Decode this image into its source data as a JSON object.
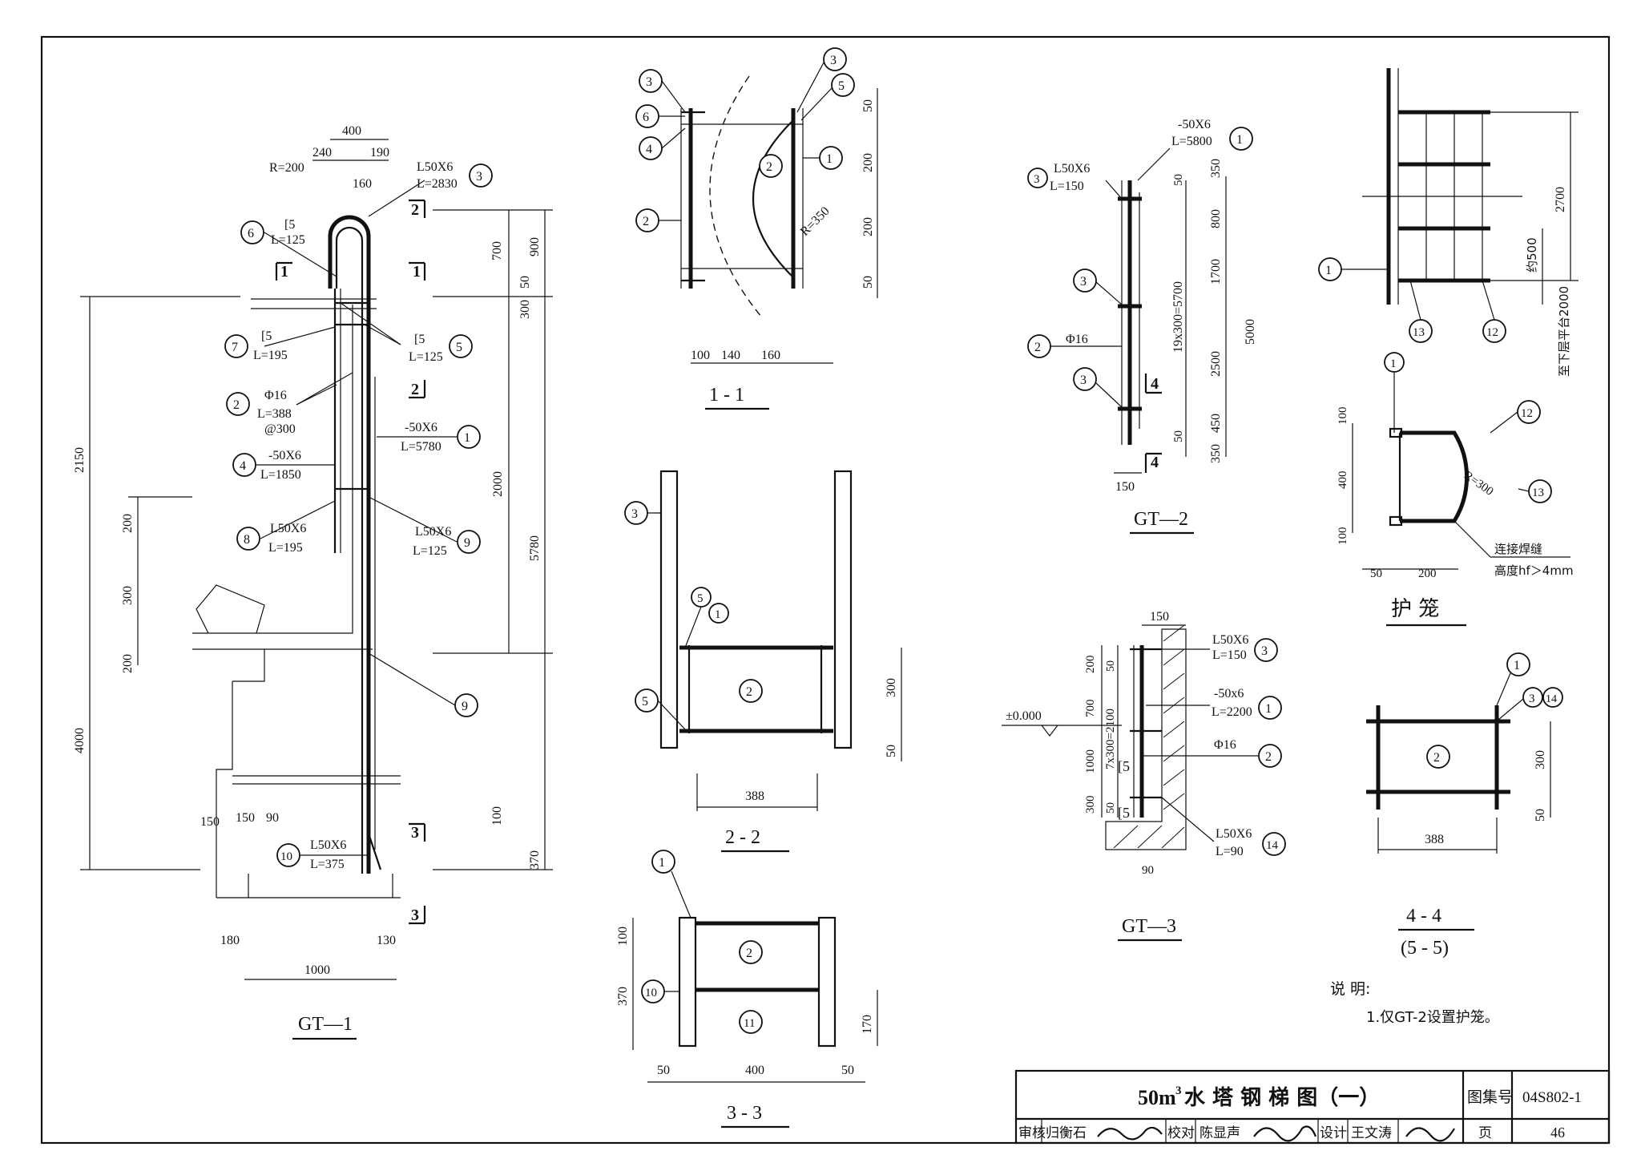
{
  "title_block": {
    "title_prefix": "50m",
    "title_sup": "3",
    "title_main": "水 塔 钢 梯 图（一）",
    "atlas_label": "图集号",
    "atlas_number": "04S802-1",
    "review_label": "审核",
    "review_name": "归衡石",
    "check_label": "校对",
    "check_name": "陈显声",
    "design_label": "设计",
    "design_name": "王文涛",
    "page_label": "页",
    "page_number": "46"
  },
  "views": {
    "gt1": {
      "caption": "GT—1",
      "dims": [
        "400",
        "240",
        "190",
        "160",
        "R=200",
        "700",
        "900",
        "50",
        "300",
        "2000",
        "5780",
        "2150",
        "200",
        "300",
        "200",
        "4000",
        "150",
        "150",
        "90",
        "100",
        "370",
        "180",
        "130",
        "1000"
      ],
      "labels": {
        "l3": "L50X6",
        "l3b": "L=2830",
        "l6": "[5",
        "l6b": "L=125",
        "l7": "[5",
        "l7b": "L=195",
        "l5": "[5",
        "l5b": "L=125",
        "l2": "Φ16",
        "l2b": "L=388",
        "l2c": "@300",
        "l1": "-50X6",
        "l1b": "L=5780",
        "l4": "-50X6",
        "l4b": "L=1850",
        "l8": "L50X6",
        "l8b": "L=195",
        "l9": "L50X6",
        "l9b": "L=125",
        "l10": "L50X6",
        "l10b": "L=375"
      },
      "sections": [
        "1",
        "1",
        "2",
        "2",
        "3",
        "3"
      ]
    },
    "s11": {
      "caption": "1 - 1",
      "dims": [
        "100",
        "140",
        "160",
        "50",
        "200",
        "200",
        "50",
        "R=350"
      ]
    },
    "s22": {
      "caption": "2 - 2",
      "dims": [
        "388",
        "300",
        "50"
      ]
    },
    "s33": {
      "caption": "3 - 3",
      "dims": [
        "100",
        "370",
        "170",
        "50",
        "400",
        "50"
      ]
    },
    "gt2": {
      "caption": "GT—2",
      "dims": [
        "350",
        "800",
        "1700",
        "5000",
        "2500",
        "450",
        "350",
        "50",
        "50",
        "150",
        "19x300=5700"
      ],
      "labels": {
        "l1": "-50X6",
        "l1b": "L=5800",
        "l3": "L50X6",
        "l3b": "L=150",
        "l2": "Φ16"
      }
    },
    "gt3": {
      "caption": "GT—3",
      "dims": [
        "150",
        "200",
        "50",
        "700",
        "7x300=2100",
        "1000",
        "300",
        "50",
        "90"
      ],
      "labels": {
        "elev": "±0.000",
        "l3": "L50X6",
        "l3b": "L=150",
        "l1": "-50x6",
        "l1b": "L=2200",
        "l2": "Φ16",
        "l14": "L50X6",
        "l14b": "L=90",
        "c5": "[5"
      }
    },
    "cage_elev": {
      "dims": [
        "2700",
        "约500",
        "至下层平台2000"
      ]
    },
    "cage_plan": {
      "caption": "护 笼",
      "dims": [
        "100",
        "400",
        "100",
        "50",
        "200",
        "R=300"
      ],
      "weld1": "连接焊缝",
      "weld2": "高度hf＞4mm"
    },
    "s44": {
      "caption": "4 - 4",
      "caption2": "(5 - 5)",
      "dims": [
        "388",
        "300",
        "50"
      ]
    }
  },
  "notes": {
    "heading": "说  明:",
    "item1": "1.仅GT-2设置护笼。"
  }
}
